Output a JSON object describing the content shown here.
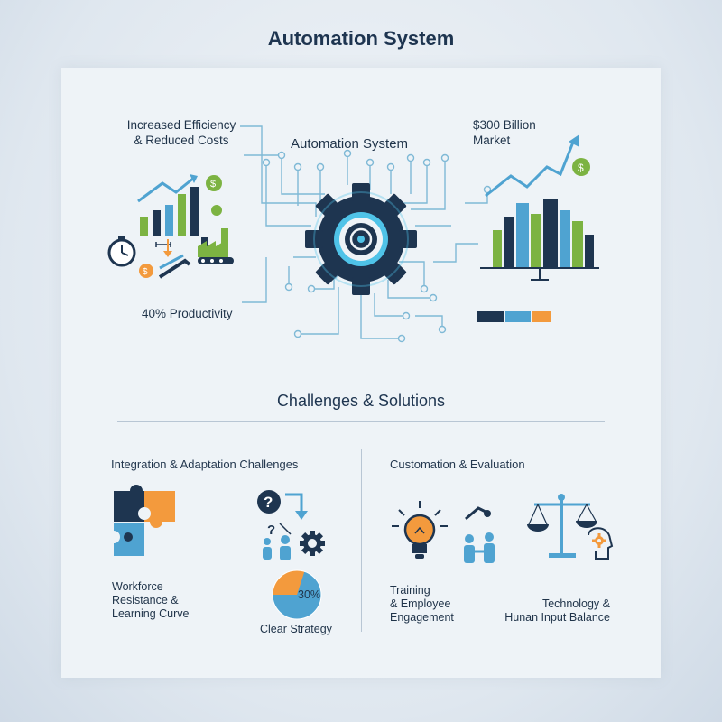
{
  "header": {
    "title": "Automation System"
  },
  "hub": {
    "center_label": "Automation System",
    "left_top_label": "Increased Efficiency\n& Reduced Costs",
    "left_bottom_label": "40% Productivity",
    "right_top_label": "$300 Billion\nMarket",
    "right_bar_colors": [
      "#1e3550",
      "#4fa3d1",
      "#f39a3d"
    ]
  },
  "challenges": {
    "title": "Challenges & Solutions",
    "left_heading": "Integration & Adaptation Challenges",
    "right_heading": "Customation & Evaluation",
    "workforce_label": "Workforce\nResistance &\nLearning Curve",
    "pie_percent": "30%",
    "pie_percent_value": 30,
    "strategy_label": "Clear Strategy",
    "training_label": "Training\n& Employee\nEngagement",
    "balance_label": "Technology &\nHunan Input Balance"
  },
  "colors": {
    "navy": "#1e3550",
    "blue": "#4fa3d1",
    "green": "#7cb342",
    "orange": "#f39a3d",
    "line": "#7fb9d6"
  }
}
